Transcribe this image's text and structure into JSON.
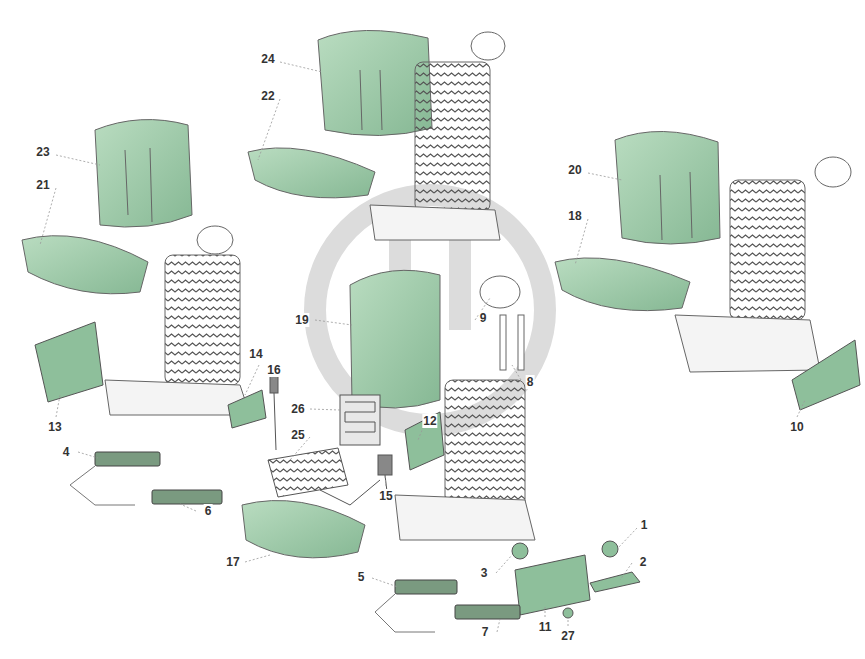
{
  "diagram": {
    "labels": [
      "24",
      "22",
      "23",
      "21",
      "20",
      "18",
      "19",
      "9",
      "8",
      "14",
      "16",
      "13",
      "10",
      "12",
      "26",
      "25",
      "4",
      "6",
      "15",
      "17",
      "1",
      "2",
      "3",
      "5",
      "11",
      "27",
      "7"
    ]
  }
}
